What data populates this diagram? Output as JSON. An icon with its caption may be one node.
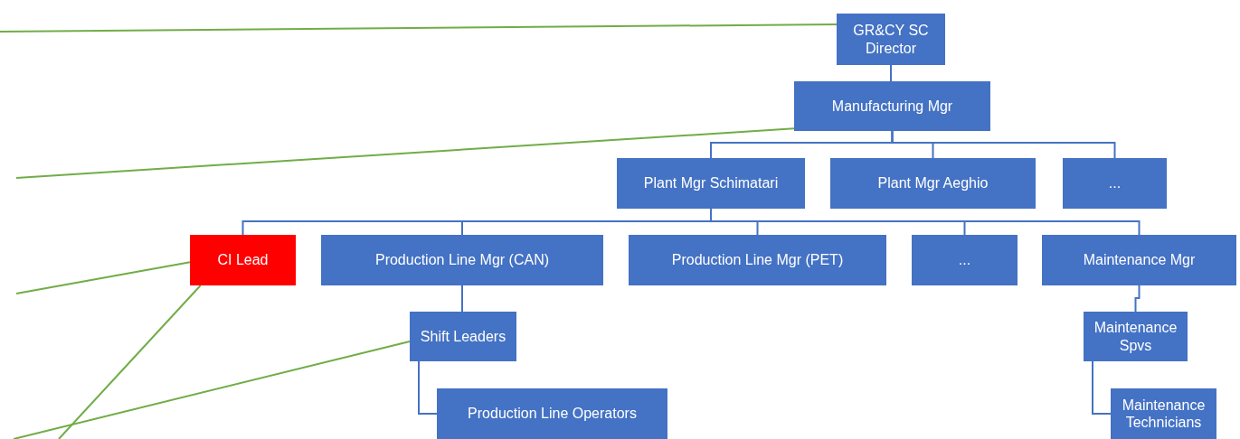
{
  "diagram": {
    "nodes": [
      {
        "text": [
          "GR&CY SC Director"
        ]
      },
      {
        "text": [
          "Manufacturing Mgr"
        ]
      },
      {
        "text": [
          "Plant Mgr Schimatari"
        ]
      },
      {
        "text": [
          "Plant Mgr Aeghio"
        ]
      },
      {
        "text": [
          "..."
        ]
      },
      {
        "text": [
          "CI Lead"
        ]
      },
      {
        "text": [
          "Production Line Mgr (CAN)"
        ]
      },
      {
        "text": [
          "Production Line Mgr (PET)"
        ]
      },
      {
        "text": [
          "..."
        ]
      },
      {
        "text": [
          "Maintenance Mgr"
        ]
      },
      {
        "text": [
          "Shift Leaders"
        ]
      },
      {
        "text": [
          "Production Line Operators"
        ]
      },
      {
        "text": [
          "Maintenance Spvs"
        ]
      },
      {
        "text": [
          "Maintenance Technicians"
        ]
      }
    ],
    "edges": [
      {
        "from": 0,
        "to": 1,
        "arrow": "none"
      },
      {
        "from": 1,
        "to": 2,
        "arrow": "none"
      },
      {
        "from": 1,
        "to": 3,
        "arrow": "none"
      },
      {
        "from": 1,
        "to": 4,
        "arrow": "none"
      },
      {
        "from": 2,
        "to": 5,
        "arrow": "none"
      },
      {
        "from": 2,
        "to": 6,
        "arrow": "none"
      },
      {
        "from": 2,
        "to": 7,
        "arrow": "none"
      },
      {
        "from": 2,
        "to": 8,
        "arrow": "none"
      },
      {
        "from": 2,
        "to": 9,
        "arrow": "none"
      },
      {
        "from": 6,
        "to": 10,
        "arrow": "none"
      },
      {
        "from": 10,
        "to": 11,
        "arrow": "none"
      },
      {
        "from": 9,
        "to": 12,
        "arrow": "none"
      },
      {
        "from": 12,
        "to": 13,
        "arrow": "none"
      },
      {
        "from": null,
        "to": 0,
        "arrow": "none",
        "color": "#70ad47"
      },
      {
        "from": null,
        "to": 1,
        "arrow": "none",
        "color": "#70ad47"
      },
      {
        "from": null,
        "to": 5,
        "arrow": "none",
        "color": "#70ad47"
      },
      {
        "from": null,
        "to": 5,
        "arrow": "none",
        "color": "#70ad47"
      },
      {
        "from": null,
        "to": 10,
        "arrow": "none",
        "color": "#70ad47"
      }
    ]
  }
}
